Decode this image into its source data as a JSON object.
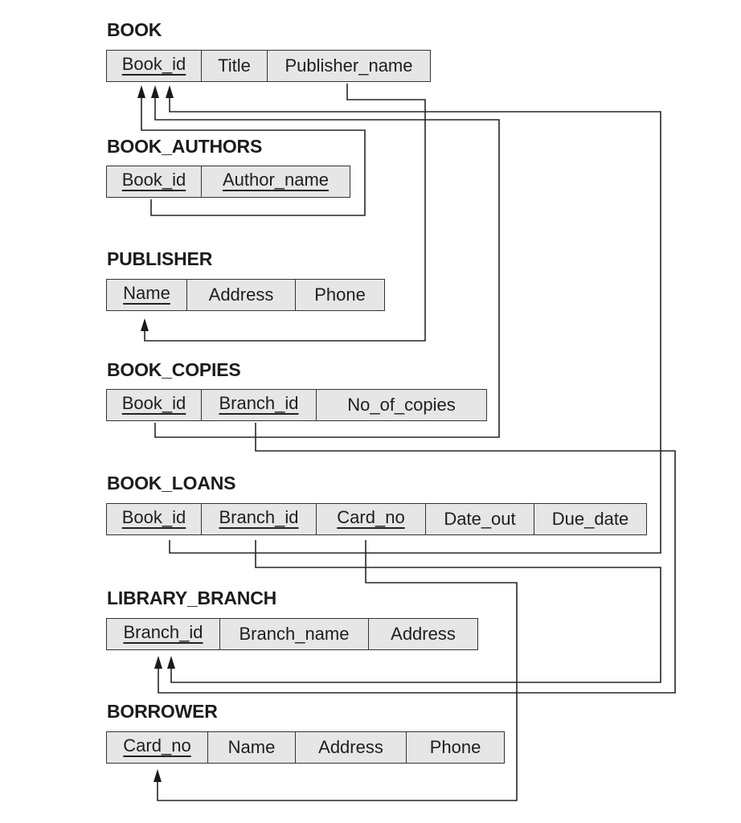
{
  "relations": [
    {
      "id": "book",
      "name": "BOOK",
      "attributes": [
        {
          "label": "Book_id",
          "primary_key": true
        },
        {
          "label": "Title",
          "primary_key": false
        },
        {
          "label": "Publisher_name",
          "primary_key": false
        }
      ]
    },
    {
      "id": "book_authors",
      "name": "BOOK_AUTHORS",
      "attributes": [
        {
          "label": "Book_id",
          "primary_key": true
        },
        {
          "label": "Author_name",
          "primary_key": true
        }
      ]
    },
    {
      "id": "publisher",
      "name": "PUBLISHER",
      "attributes": [
        {
          "label": "Name",
          "primary_key": true
        },
        {
          "label": "Address",
          "primary_key": false
        },
        {
          "label": "Phone",
          "primary_key": false
        }
      ]
    },
    {
      "id": "book_copies",
      "name": "BOOK_COPIES",
      "attributes": [
        {
          "label": "Book_id",
          "primary_key": true
        },
        {
          "label": "Branch_id",
          "primary_key": true
        },
        {
          "label": "No_of_copies",
          "primary_key": false
        }
      ]
    },
    {
      "id": "book_loans",
      "name": "BOOK_LOANS",
      "attributes": [
        {
          "label": "Book_id",
          "primary_key": true
        },
        {
          "label": "Branch_id",
          "primary_key": true
        },
        {
          "label": "Card_no",
          "primary_key": true
        },
        {
          "label": "Date_out",
          "primary_key": false
        },
        {
          "label": "Due_date",
          "primary_key": false
        }
      ]
    },
    {
      "id": "library_branch",
      "name": "LIBRARY_BRANCH",
      "attributes": [
        {
          "label": "Branch_id",
          "primary_key": true
        },
        {
          "label": "Branch_name",
          "primary_key": false
        },
        {
          "label": "Address",
          "primary_key": false
        }
      ]
    },
    {
      "id": "borrower",
      "name": "BORROWER",
      "attributes": [
        {
          "label": "Card_no",
          "primary_key": true
        },
        {
          "label": "Name",
          "primary_key": false
        },
        {
          "label": "Address",
          "primary_key": false
        },
        {
          "label": "Phone",
          "primary_key": false
        }
      ]
    }
  ],
  "foreign_keys": [
    {
      "from": "BOOK_AUTHORS.Book_id",
      "to": "BOOK.Book_id"
    },
    {
      "from": "BOOK_COPIES.Book_id",
      "to": "BOOK.Book_id"
    },
    {
      "from": "BOOK_LOANS.Book_id",
      "to": "BOOK.Book_id"
    },
    {
      "from": "BOOK.Publisher_name",
      "to": "PUBLISHER.Name"
    },
    {
      "from": "BOOK_COPIES.Branch_id",
      "to": "LIBRARY_BRANCH.Branch_id"
    },
    {
      "from": "BOOK_LOANS.Branch_id",
      "to": "LIBRARY_BRANCH.Branch_id"
    },
    {
      "from": "BOOK_LOANS.Card_no",
      "to": "BORROWER.Card_no"
    }
  ]
}
